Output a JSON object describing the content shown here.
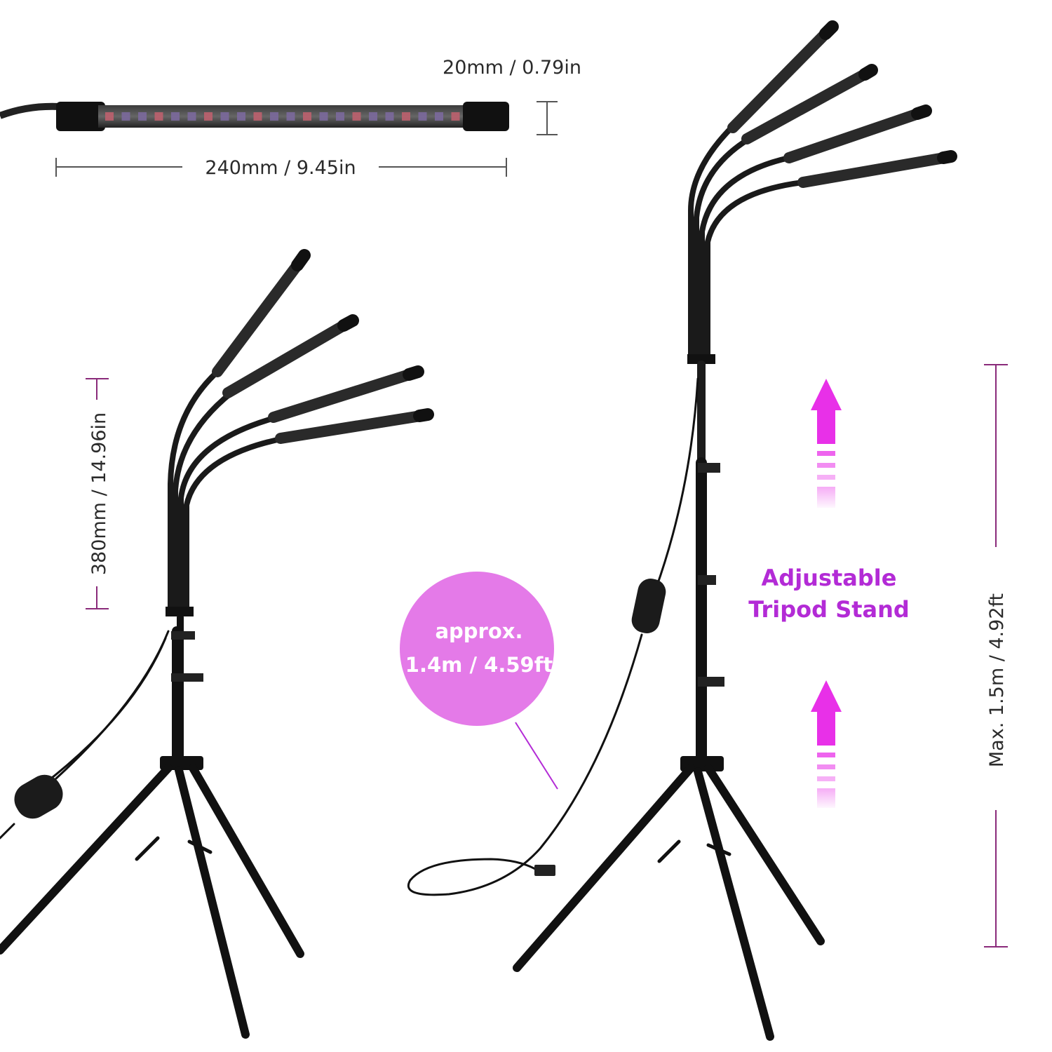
{
  "dimensions": {
    "bar_diameter": "20mm / 0.79in",
    "bar_length": "240mm / 9.45in",
    "gooseneck_length": "380mm / 14.96in",
    "max_height": "Max. 1.5m / 4.92ft"
  },
  "bubble": {
    "line1": "approx.",
    "line2": "1.4m / 4.59ft"
  },
  "callout": {
    "line1": "Adjustable",
    "line2": "Tripod Stand"
  },
  "colors": {
    "accent": "#b32bd6",
    "bubble": "#e47ae8",
    "arrow": "#e830e8",
    "dimension_line": "#8a2a7a",
    "metal": "#111111"
  }
}
